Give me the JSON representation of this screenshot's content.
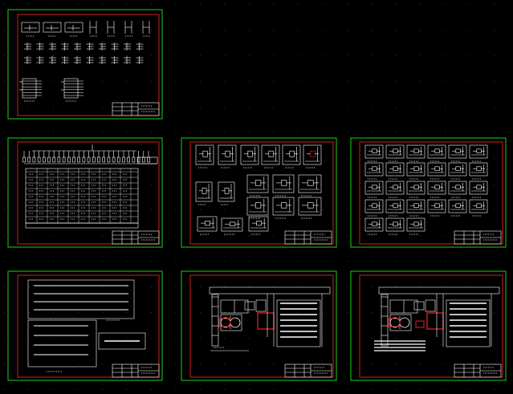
{
  "view": {
    "background": "#000000",
    "grid_color": "#5a5a5a",
    "frame_outer_color": "#19d219",
    "frame_inner_color": "#d21e1e",
    "line_color": "#ffffff"
  },
  "sheets": [
    {
      "id": "sheet-1",
      "content": "symbol-table"
    },
    {
      "id": "sheet-2",
      "content": "schedule-table"
    },
    {
      "id": "sheet-3",
      "content": "circuit-diagrams-a"
    },
    {
      "id": "sheet-4",
      "content": "circuit-diagrams-b"
    },
    {
      "id": "sheet-5",
      "content": "notes-text"
    },
    {
      "id": "sheet-6",
      "content": "floor-plan-a"
    },
    {
      "id": "sheet-7",
      "content": "floor-plan-b"
    }
  ]
}
